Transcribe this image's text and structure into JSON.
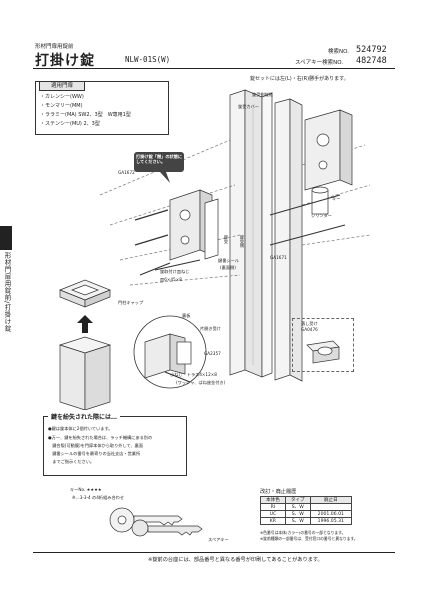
{
  "header": {
    "category": "形材門扉用錠前",
    "title": "打掛け錠",
    "model": "NLW-01S(W)",
    "inspection_label": "検索NO.",
    "inspection_no": "524792",
    "spare_key_label": "スペアキー検索NO.",
    "spare_key_no": "482748"
  },
  "handedness_note": "錠セットには左(L)・右(R)勝手があります。",
  "applicable": {
    "title": "適用門扉",
    "items": [
      "・カレンシー(WW)",
      "・モンマリー(MM)",
      "・ララミー(MA) SW2、3型　W専用1型",
      "・ステンシー(MU) 2、3型"
    ]
  },
  "diagram": {
    "label_ga1672": "GA1672",
    "label_ga1671": "GA1671",
    "label_ga2357": "GA2357",
    "label_ga0476": "GA0476",
    "callout_text": "打掛け錠「閉」の状態にしてください。",
    "label_side_frame": "錠受側縦框",
    "label_keep_cover": "錠受カバー",
    "label_key": "キー",
    "label_cylinder": "シリンダー",
    "label_lock_screw": "錠取付け皿ねじ",
    "label_lock_screw_spec": "皿6×45×8",
    "label_key_seal": "鍵番シール",
    "label_key_seal_sub": "(裏面側)",
    "label_post_cap": "門柱キャップ",
    "label_back_plate": "裏板",
    "label_stopper": "片開き受け",
    "label_bolt": "錠受",
    "label_small_screw": "小ねじ　トラス4×12×8",
    "label_small_screw_sub": "(ワッシャ、ばね座金付き)",
    "label_drop_receiver": "落し受け",
    "vertical_text_1": "錠受",
    "vertical_text_2": "錠受側"
  },
  "lost_key": {
    "title": "鍵を紛失された際には…",
    "lines": [
      "●鍵は錠本体に2個付いています。",
      "●万一、鍵を紛失された場合は、ラッチ機構にある別の",
      "　鍵合版(可動膜)を門扉本体から取り外して、裏面",
      "　鍵番シールの番号を最寄りの当社支店・営業所",
      "　までご指示ください。"
    ],
    "key_no_label": "キーNo. ★★★★",
    "key_no_sub": "※…3-3-4 の4桁組み合わせ",
    "spare_key_caption": "スペアキー"
  },
  "history": {
    "title": "改訂・廃止履歴",
    "headers": [
      "本体色",
      "タイプ",
      "廃止日"
    ],
    "rows": [
      [
        "RI",
        "S、W",
        ""
      ],
      [
        "UC",
        "S、W",
        "2001.06.01"
      ],
      [
        "KR",
        "S、W",
        "1996.05.31"
      ]
    ],
    "notes": [
      "※色番号は本体(カラー)の番号の一部となります。",
      "※錠前種類の一部番号は、受付窓口の番号と異なります。"
    ]
  },
  "footer_note": "※錠前の台座には、部品番号と異なる番号が印刷してあることがあります。",
  "side_tab": "形材門扉用錠前/打掛け錠"
}
